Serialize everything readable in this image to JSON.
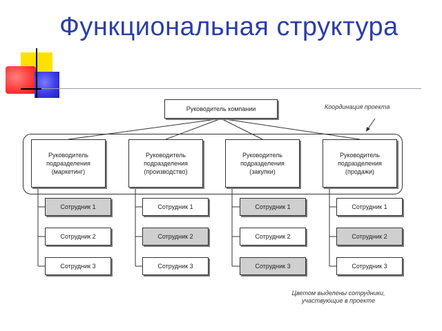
{
  "title": "Функциональная структура",
  "ceo": "Руководитель компании",
  "departments": [
    {
      "head": "Руководитель\nподразделения\n(маркетинг)",
      "employees": [
        {
          "label": "Сотрудник 1",
          "highlighted": true
        },
        {
          "label": "Сотрудник 2",
          "highlighted": false
        },
        {
          "label": "Сотрудник 3",
          "highlighted": false
        }
      ]
    },
    {
      "head": "Руководитель\nподразделения\n(производство)",
      "employees": [
        {
          "label": "Сотрудник 1",
          "highlighted": false
        },
        {
          "label": "Сотрудник 2",
          "highlighted": true
        },
        {
          "label": "Сотрудник 3",
          "highlighted": false
        }
      ]
    },
    {
      "head": "Руководитель\nподразделения\n(закупки)",
      "employees": [
        {
          "label": "Сотрудник 1",
          "highlighted": true
        },
        {
          "label": "Сотрудник 2",
          "highlighted": false
        },
        {
          "label": "Сотрудник 3",
          "highlighted": true
        }
      ]
    },
    {
      "head": "Руководитель\nподразделения\n(продажи)",
      "employees": [
        {
          "label": "Сотрудник 1",
          "highlighted": false
        },
        {
          "label": "Сотрудник 2",
          "highlighted": true
        },
        {
          "label": "Сотрудник 3",
          "highlighted": false
        }
      ]
    }
  ],
  "notes": {
    "coordination": "Координация проекта",
    "legend": "Цветом выделены сотрудники, участвующие в проекте"
  },
  "colors": {
    "title": "#2b3fa8",
    "highlight": "#cfcfcf"
  }
}
